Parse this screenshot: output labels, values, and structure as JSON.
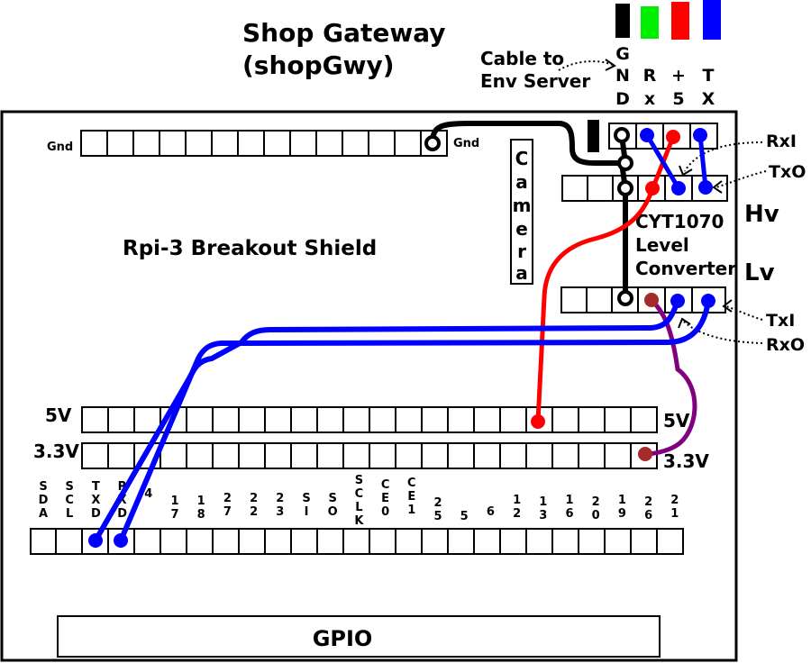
{
  "title": {
    "line1": "Shop Gateway",
    "line2": "(shopGwy)"
  },
  "cable_note": {
    "line1": "Cable to",
    "line2": "Env Server"
  },
  "cable_pins": [
    {
      "id": "gnd",
      "label": [
        "G",
        "N",
        "D"
      ],
      "color": "#000000"
    },
    {
      "id": "rx",
      "label": [
        "R",
        "x"
      ],
      "color": "#00ee00"
    },
    {
      "id": "p5",
      "label": [
        "+",
        "5"
      ],
      "color": "#ff0000"
    },
    {
      "id": "tx",
      "label": [
        "T",
        "X"
      ],
      "color": "#0000ff"
    }
  ],
  "board": {
    "name": "Rpi-3 Breakout Shield",
    "gnd_left": "Gnd",
    "gnd_right": "Gnd",
    "camera": [
      "C",
      "a",
      "m",
      "e",
      "r",
      "a"
    ]
  },
  "converter": {
    "name": [
      "CYT1070",
      "Level",
      "Converter"
    ],
    "hv": "Hv",
    "lv": "Lv",
    "rxi": "RxI",
    "txo": "TxO",
    "txi": "TxI",
    "rxo": "RxO"
  },
  "rails": {
    "v5_left": "5V",
    "v5_right": "5V",
    "v33_left": "3.3V",
    "v33_right": "3.3V"
  },
  "gpio": {
    "label": "GPIO",
    "pin_labels": [
      "SDA",
      "SCL",
      "TXD",
      "RXD",
      "4",
      "17",
      "18",
      "27",
      "22",
      "23",
      "SI",
      "SO",
      "SCLK",
      "CE0",
      "CE1",
      "25",
      "5",
      "6",
      "12",
      "13",
      "16",
      "20",
      "19",
      "26",
      "21"
    ]
  },
  "wire_colors": {
    "gnd": "#000000",
    "plus5": "#ff0000",
    "data": "#0000ff",
    "v33": "#800080",
    "v33_dot": "#a52a2a"
  }
}
